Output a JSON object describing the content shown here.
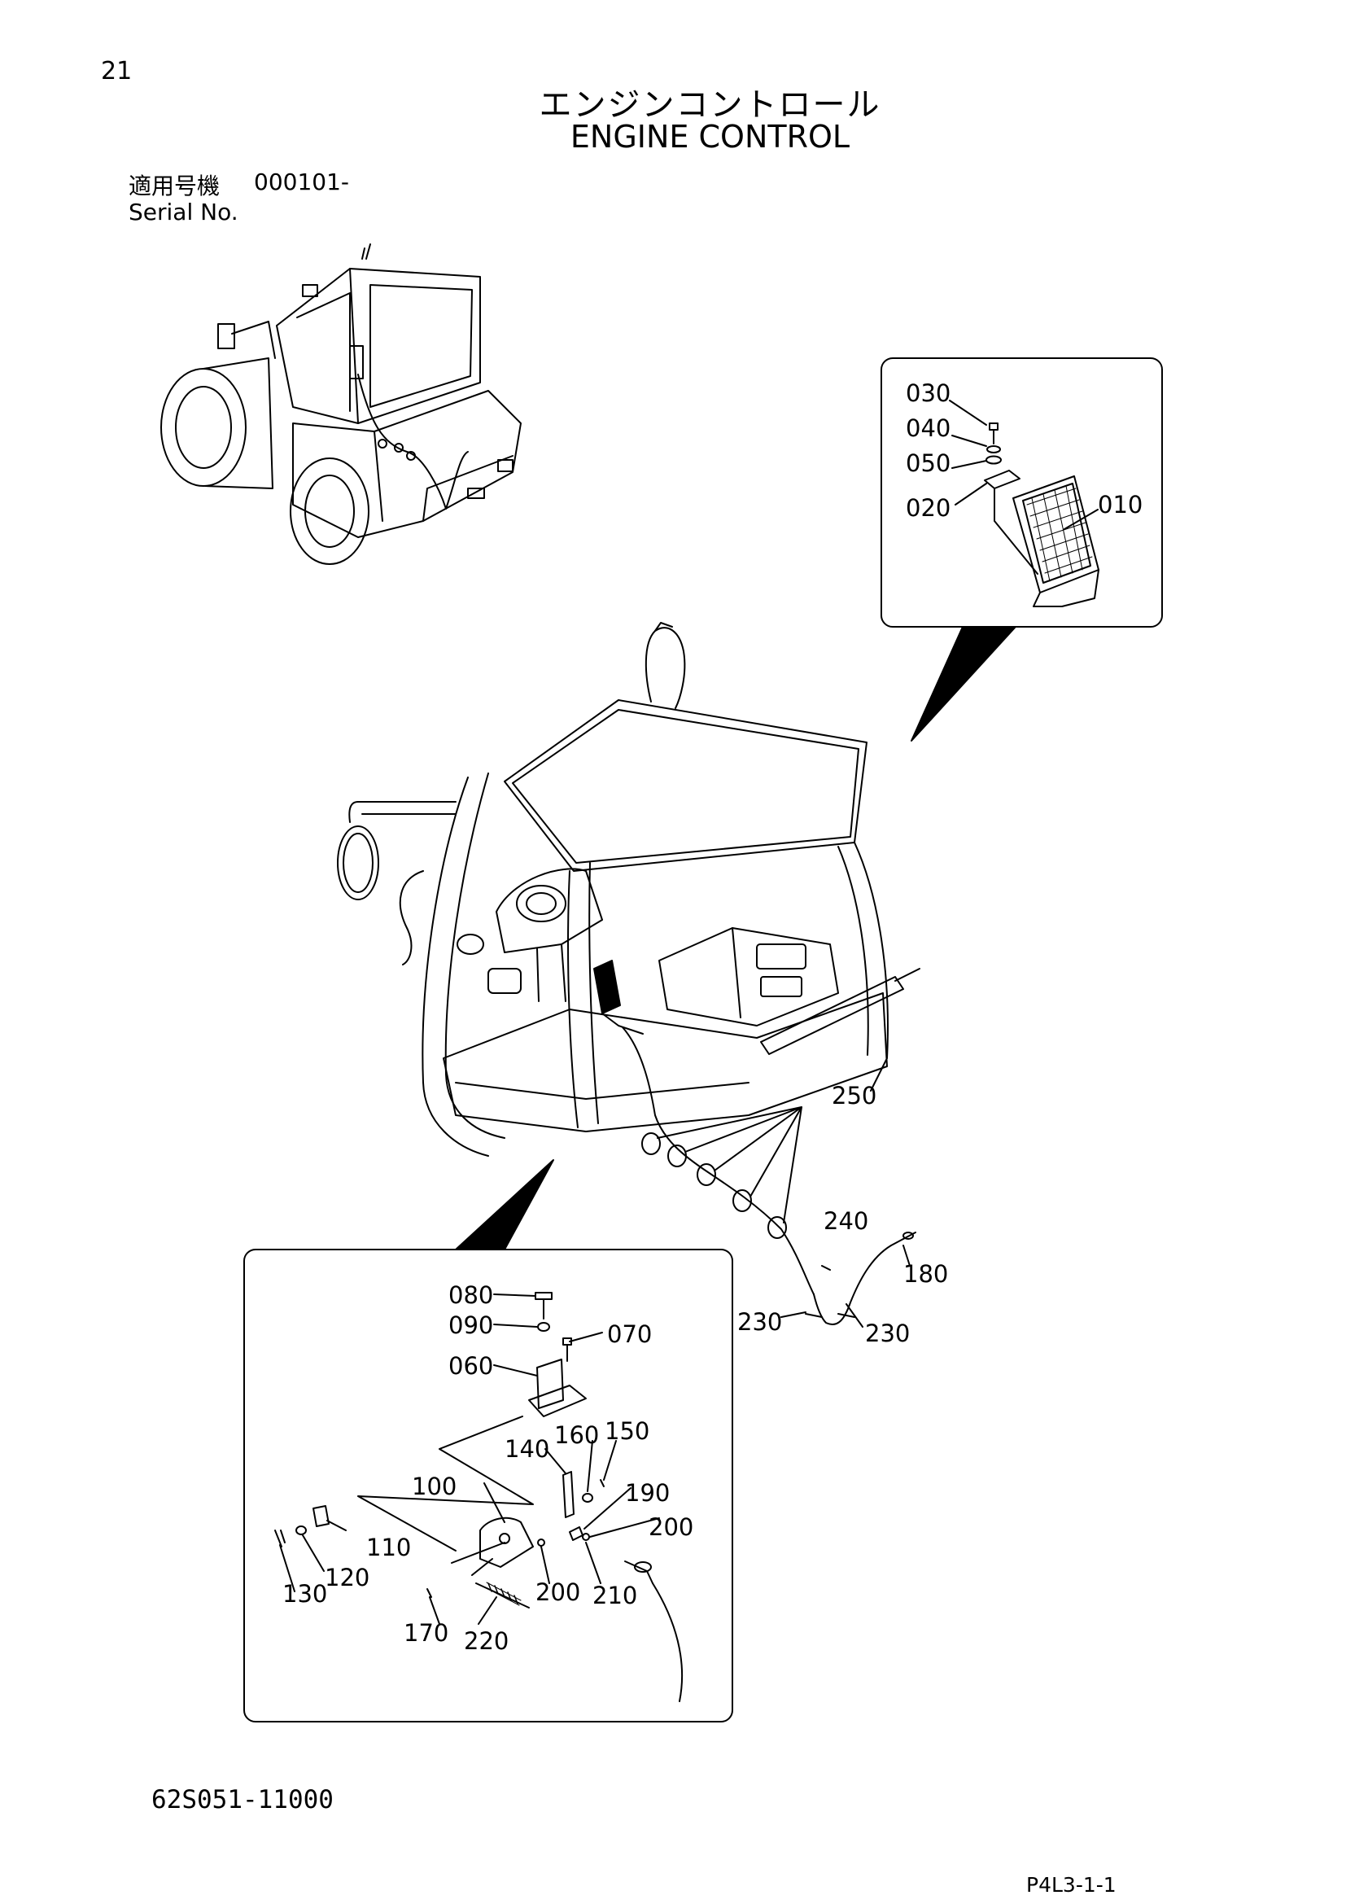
{
  "page": {
    "number": "21",
    "title_jp": "エンジンコントロール",
    "title_en": "ENGINE CONTROL",
    "serial_label_jp": "適用号機",
    "serial_value": "000101-",
    "serial_label_en": "Serial No.",
    "drawing_number": "62S051-11000",
    "page_code": "P4L3-1-1"
  },
  "callouts": {
    "pedal": [
      "030",
      "040",
      "050",
      "020",
      "010"
    ],
    "cable": [
      "250",
      "240",
      "180",
      "230",
      "230"
    ],
    "lever": [
      "080",
      "090",
      "070",
      "060",
      "140",
      "160",
      "150",
      "100",
      "190",
      "200",
      "110",
      "120",
      "130",
      "200",
      "210",
      "170",
      "220"
    ]
  }
}
